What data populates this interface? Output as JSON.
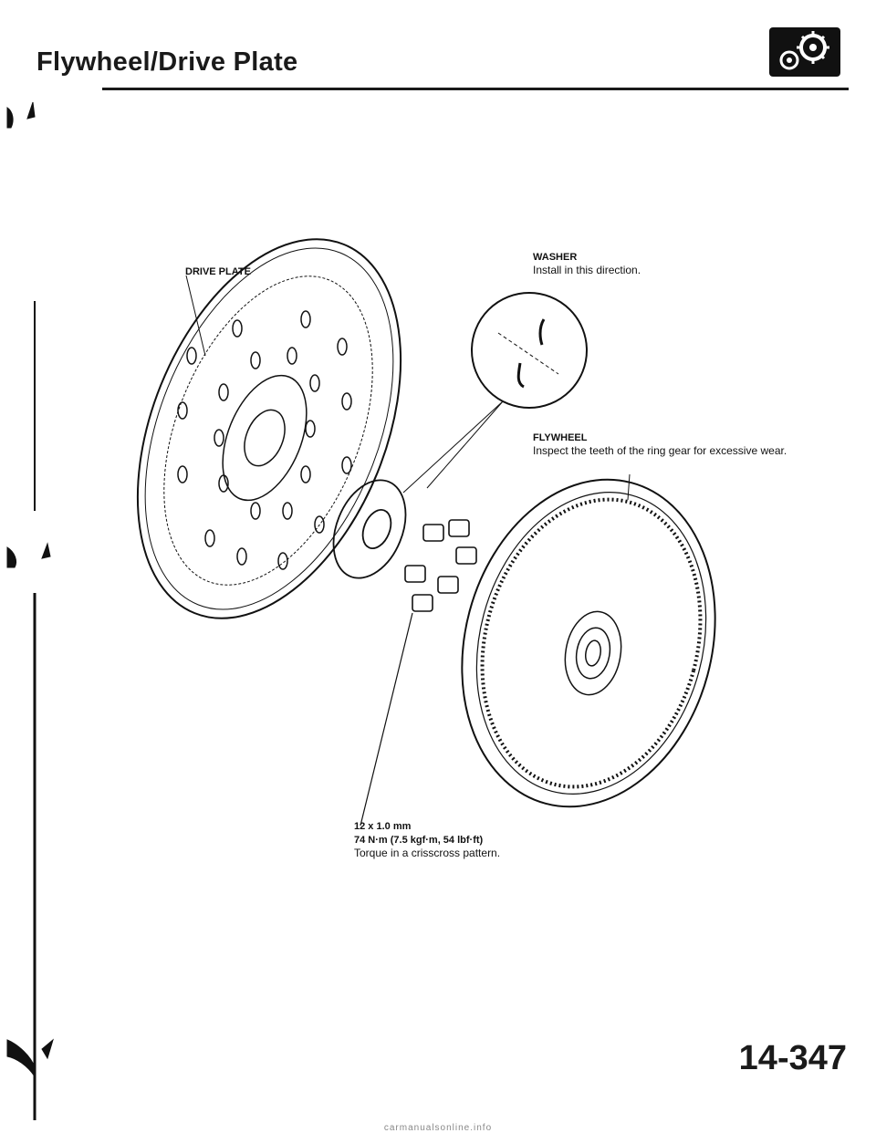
{
  "header": {
    "title": "Flywheel/Drive Plate",
    "logo_icon": "engine-gears-icon"
  },
  "callouts": {
    "drive_plate": "DRIVE PLATE",
    "washer_title": "WASHER",
    "washer_note": "Install in this direction.",
    "flywheel_title": "FLYWHEEL",
    "flywheel_note": "Inspect the teeth of the ring gear for excessive wear.",
    "bolt_size": "12 x 1.0 mm",
    "bolt_torque": "74 N·m (7.5 kgf·m, 54 lbf·ft)",
    "bolt_note": "Torque in a crisscross pattern."
  },
  "footer": {
    "page_number": "14-347",
    "watermark": "carmanualsonline.info"
  }
}
